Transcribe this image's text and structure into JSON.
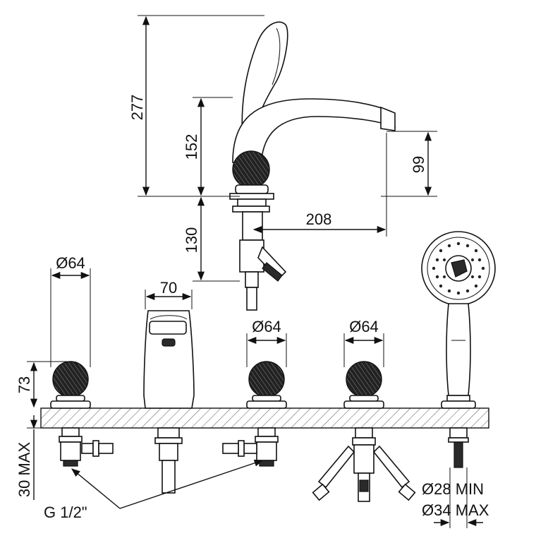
{
  "dimensions": {
    "total_height": "277",
    "spout_height": "152",
    "outlet_height": "99",
    "below_deck": "130",
    "spout_reach": "208",
    "spout_width": "70",
    "knob_diameter_left": "Ø64",
    "knob_diameter_mid": "Ø64",
    "knob_diameter_right": "Ø64",
    "knob_height": "73",
    "deck_thickness": "30 MAX",
    "thread": "G 1/2\"",
    "hole_min": "Ø28 MIN",
    "hole_max": "Ø34 MAX"
  }
}
